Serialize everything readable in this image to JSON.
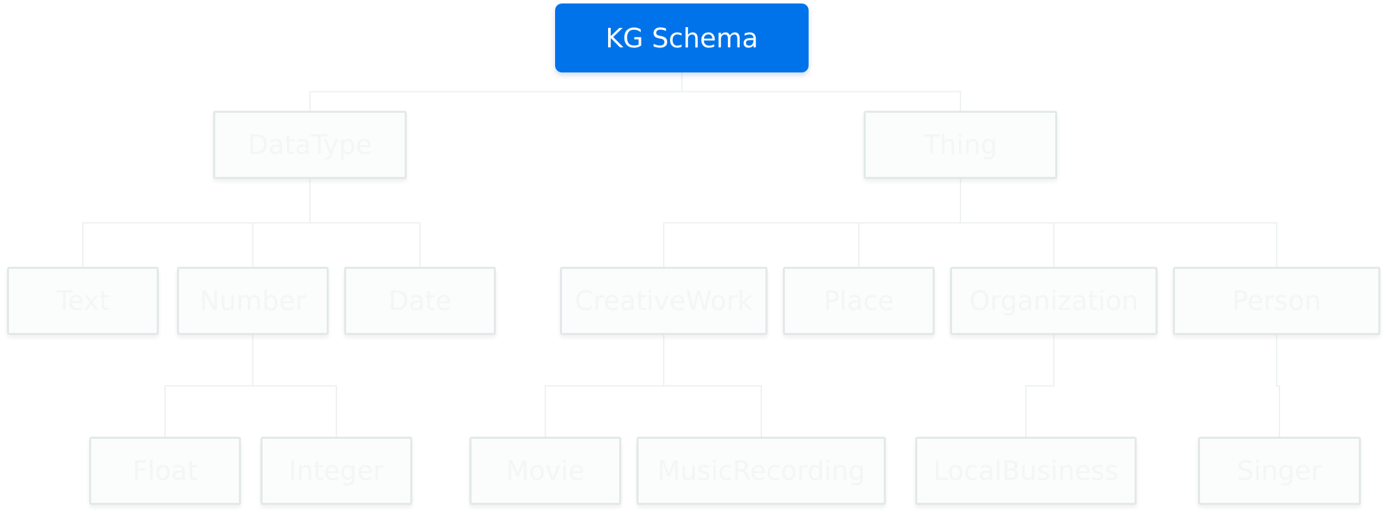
{
  "diagram": {
    "type": "tree",
    "colors": {
      "root_fill": "#0073ea",
      "root_text": "#ffffff",
      "node_fill": "#fbfcfc",
      "node_border": "#e3e9ea",
      "node_text": "#f4f6f6",
      "connector": "#eef2f3"
    },
    "nodes": {
      "root": {
        "label": "KG Schema"
      },
      "datatype": {
        "label": "DataType"
      },
      "thing": {
        "label": "Thing"
      },
      "text": {
        "label": "Text"
      },
      "number": {
        "label": "Number"
      },
      "date": {
        "label": "Date"
      },
      "creativework": {
        "label": "CreativeWork"
      },
      "place": {
        "label": "Place"
      },
      "organization": {
        "label": "Organization"
      },
      "person": {
        "label": "Person"
      },
      "float": {
        "label": "Float"
      },
      "integer": {
        "label": "Integer"
      },
      "movie": {
        "label": "Movie"
      },
      "musicrecording": {
        "label": "MusicRecording"
      },
      "localbusiness": {
        "label": "LocalBusiness"
      },
      "singer": {
        "label": "Singer"
      }
    },
    "edges": [
      [
        "root",
        "datatype"
      ],
      [
        "root",
        "thing"
      ],
      [
        "datatype",
        "text"
      ],
      [
        "datatype",
        "number"
      ],
      [
        "datatype",
        "date"
      ],
      [
        "thing",
        "creativework"
      ],
      [
        "thing",
        "place"
      ],
      [
        "thing",
        "organization"
      ],
      [
        "thing",
        "person"
      ],
      [
        "number",
        "float"
      ],
      [
        "number",
        "integer"
      ],
      [
        "creativework",
        "movie"
      ],
      [
        "creativework",
        "musicrecording"
      ],
      [
        "organization",
        "localbusiness"
      ],
      [
        "person",
        "singer"
      ]
    ]
  }
}
